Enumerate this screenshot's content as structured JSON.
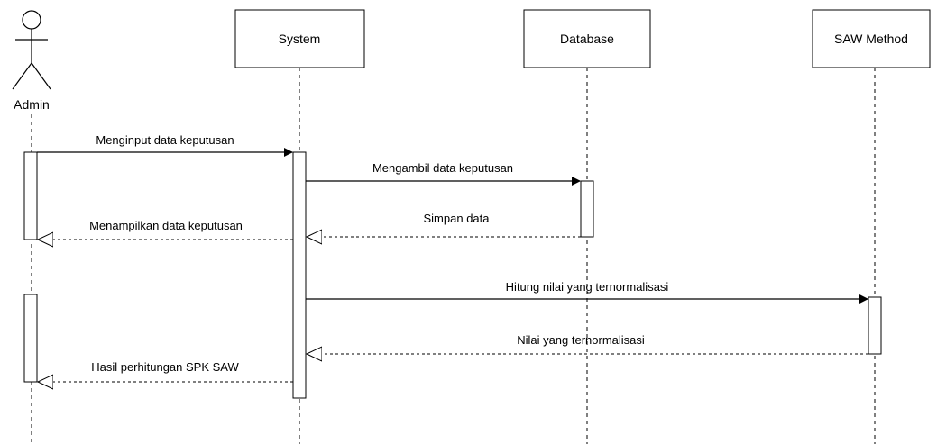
{
  "participants": {
    "actor": "Admin",
    "system": "System",
    "database": "Database",
    "saw": "SAW Method"
  },
  "messages": {
    "m1": "Menginput data keputusan",
    "m2": "Mengambil data keputusan",
    "m3": "Simpan data",
    "m4": "Menampilkan data keputusan",
    "m5": "Hitung nilai yang ternormalisasi",
    "m6": "Nilai yang ternormalisasi",
    "m7": "Hasil perhitungan SPK SAW"
  },
  "colors": {
    "line": "#000000",
    "background": "#ffffff"
  }
}
